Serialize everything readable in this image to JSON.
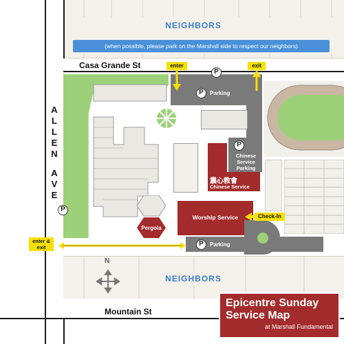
{
  "streets": {
    "north": "Casa Grande St",
    "south": "Mountain St",
    "west_letters": [
      "A",
      "L",
      "L",
      "E",
      "N",
      "",
      "A",
      "V",
      "E"
    ]
  },
  "neighbors": {
    "top_label": "NEIGHBORS",
    "bottom_label": "NEIGHBORS",
    "parking_note": "(when possible, please park on the Marshall side to respect our neighbors)"
  },
  "parking": {
    "icon": "P",
    "north_lot_label": "Parking",
    "south_lot_label": "Parking",
    "chinese_service_parking": "Chinese Service Parking"
  },
  "entries": {
    "north_enter": "enter",
    "north_exit": "exit",
    "west_enter_exit": "enter & exit",
    "check_in": "Check-In"
  },
  "buildings": {
    "chinese_service_zh": "震心教會",
    "chinese_service_en": "Chinese Service",
    "worship_service": "Worship Service",
    "pergola": "Pergola"
  },
  "compass": {
    "north": "N"
  },
  "title_card": {
    "title": "Epicentre Sunday Service Map",
    "subtitle": "at Marshall Fundamental"
  },
  "colors": {
    "accent_red": "#a32b2b",
    "neighbors_blue": "#3d7cc9",
    "banner_blue": "#4a90d9",
    "highlight_yellow": "#f5e000",
    "lawn_green": "#9cd17a",
    "parking_gray": "#7a7a7a"
  }
}
